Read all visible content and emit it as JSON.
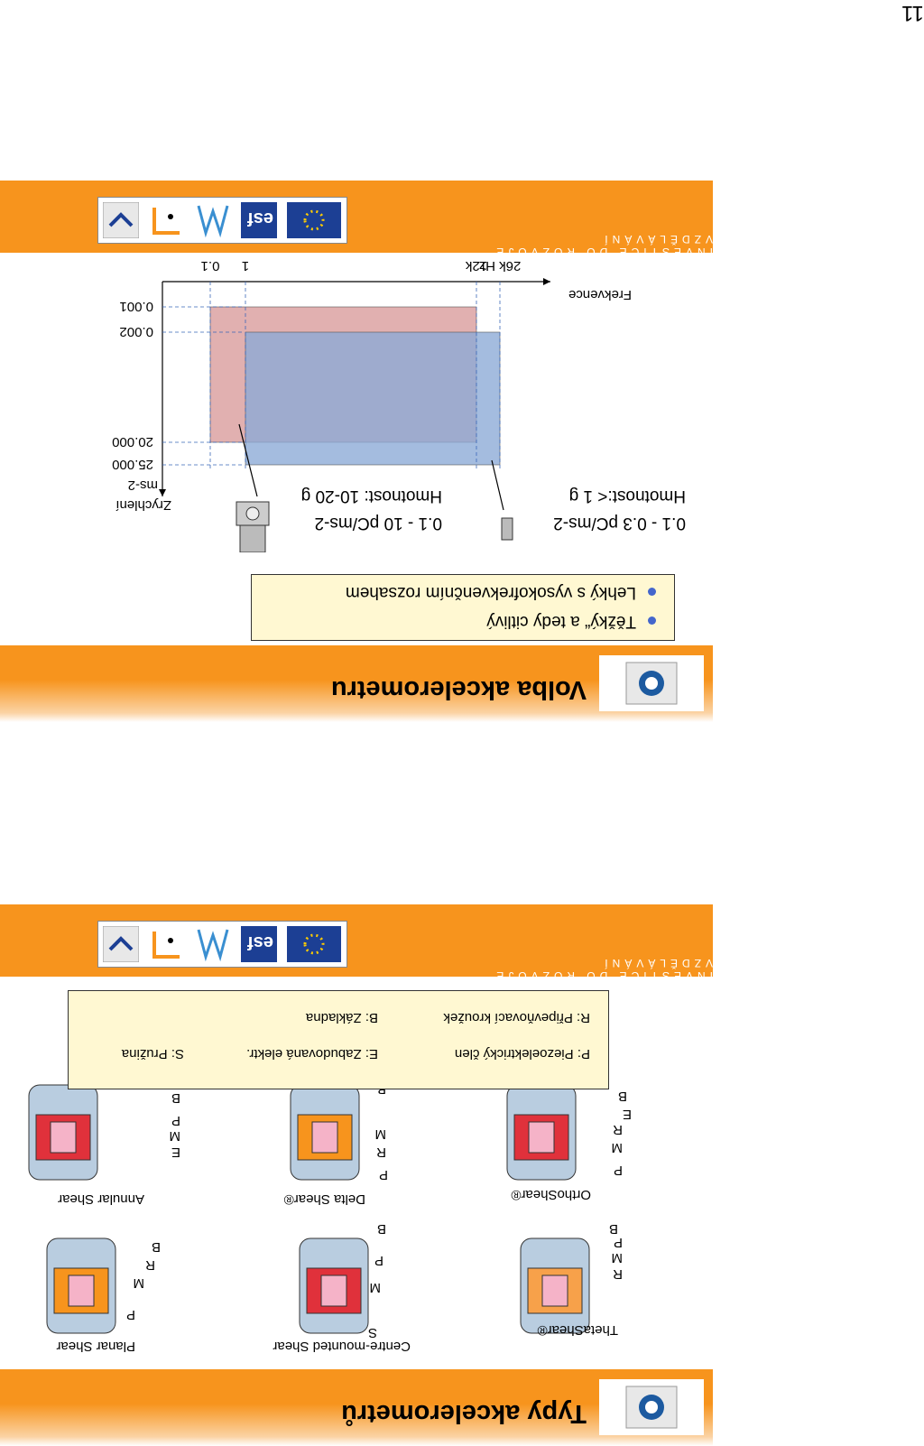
{
  "page_number": "11",
  "slide1": {
    "title": "Volba akcelerometru",
    "bullets": [
      "Těžký“ a tedy citlivý",
      "Lehký s vysokofrekvenčním rozsahem"
    ],
    "heavy": {
      "mass": "Hmotnost: 10-20 g",
      "sens": "0.1 - 10 pC/ms-2"
    },
    "light": {
      "mass": "Hmotnost:< 1 g",
      "sens": "0.1 - 0.3 pC/ms-2"
    },
    "y_axis_label": "Zrychlení",
    "y_axis_unit": "ms-2",
    "x_axis_label": "Frekvence",
    "y_ticks": [
      "25.000",
      "20.000",
      "0.002",
      "0.001"
    ],
    "x_ticks": [
      "0.1",
      "1",
      "12k",
      "26k Hz"
    ],
    "motto": "INVESTICE DO ROZVOJE VZDĚLÁVÁNÍ",
    "eu_label": "EVROPSKÝ UNIE"
  },
  "chart_data": {
    "type": "area",
    "series": [
      {
        "x": [
          0.1,
          12000
        ],
        "y": [
          0.001,
          20000
        ],
        "color": "#d99a9a"
      },
      {
        "x": [
          1,
          26000
        ],
        "y": [
          0.002,
          25000
        ],
        "color": "#8aa9d6"
      }
    ],
    "xlabel": "Frekvence",
    "ylabel": "Zrychlení",
    "y_unit": "ms-2",
    "grid": false
  },
  "slide2": {
    "title": "Typy akcelerometrů",
    "sensors": [
      "Planar Shear",
      "Centre-mounted Shear",
      "ThetaShear®",
      "Annular Shear",
      "Delta Shear®",
      "OrthoShear®"
    ],
    "legend": {
      "row1": [
        "P: Piezoelektrický člen",
        "E:   Zabudovaná elektr.",
        "S:   Pružina"
      ],
      "row2": [
        "R: Připevňovací kroužek",
        "B:   Základna"
      ]
    },
    "letters": {
      "P": "P",
      "M": "M",
      "R": "R",
      "B": "B",
      "E": "E",
      "S": "S"
    },
    "motto": "INVESTICE DO ROZVOJE VZDĚLÁVÁNÍ",
    "eu_label": "EVROPSKÝ UNIE"
  }
}
